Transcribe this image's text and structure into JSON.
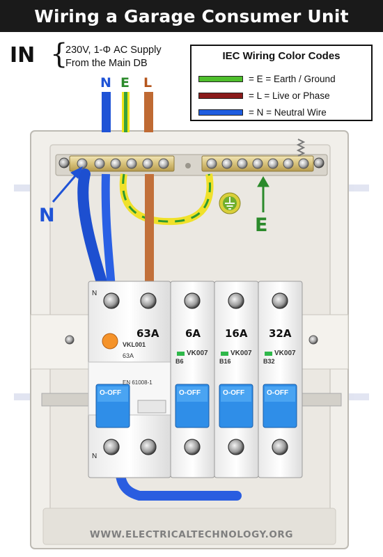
{
  "title": "Wiring a Garage Consumer Unit",
  "input": {
    "label": "IN",
    "supply_line1": "230V, 1-Φ AC Supply",
    "supply_line2": "From the Main DB"
  },
  "wire_letters": [
    {
      "letter": "N",
      "color": "#1f53d6"
    },
    {
      "letter": "E",
      "color": "#2b8a2b"
    },
    {
      "letter": "L",
      "color": "#b5551c"
    }
  ],
  "legend": {
    "title": "IEC Wiring Color Codes",
    "items": [
      {
        "label": "= E = Earth / Ground",
        "color": "#4fbf2c"
      },
      {
        "label": "= L = Live or Phase",
        "color": "#8a1a1a"
      },
      {
        "label": "= N = Neutral Wire",
        "color": "#1f5de0"
      }
    ]
  },
  "callouts": {
    "neutral_bar": "N",
    "earth_bar": "E"
  },
  "rcd": {
    "rating": "63A",
    "model": "VKL001",
    "text_63a": "63A",
    "standard": "EN 61008-1",
    "switch_label": "O-OFF",
    "top_terminal": "N",
    "bottom_terminal": "N"
  },
  "mcbs": [
    {
      "rating": "6A",
      "model": "VK007",
      "curve": "B6",
      "switch_label": "O-OFF"
    },
    {
      "rating": "16A",
      "model": "VK007",
      "curve": "B16",
      "switch_label": "O-OFF"
    },
    {
      "rating": "32A",
      "model": "VK007",
      "curve": "B32",
      "switch_label": "O-OFF"
    }
  ],
  "website": "WWW.ELECTRICALTECHNOLOGY.ORG"
}
